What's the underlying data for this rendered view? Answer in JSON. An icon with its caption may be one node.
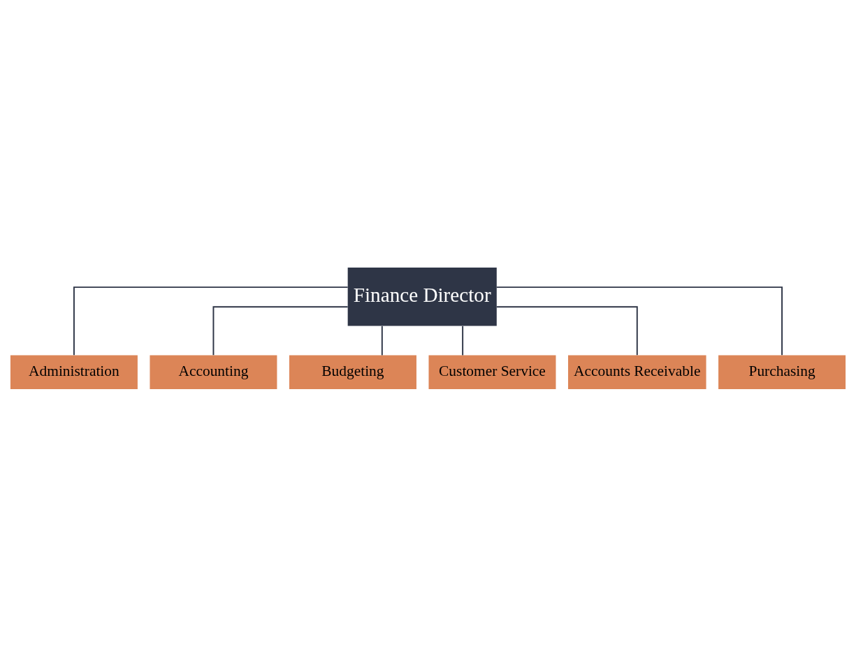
{
  "diagram": {
    "nodes": [
      {
        "text": [
          "Finance Director"
        ]
      },
      {
        "text": [
          "Administration"
        ]
      },
      {
        "text": [
          "Accounting"
        ]
      },
      {
        "text": [
          "Budgeting"
        ]
      },
      {
        "text": [
          "Customer Service"
        ]
      },
      {
        "text": [
          "Accounts Receivable"
        ]
      },
      {
        "text": [
          "Purchasing"
        ]
      }
    ],
    "edges": [
      {
        "from": 0,
        "to": 1,
        "arrow": "none"
      },
      {
        "from": 0,
        "to": 2,
        "arrow": "none"
      },
      {
        "from": 0,
        "to": 3,
        "arrow": "none"
      },
      {
        "from": 0,
        "to": 4,
        "arrow": "none"
      },
      {
        "from": 0,
        "to": 5,
        "arrow": "none"
      },
      {
        "from": 0,
        "to": 6,
        "arrow": "none"
      }
    ]
  }
}
